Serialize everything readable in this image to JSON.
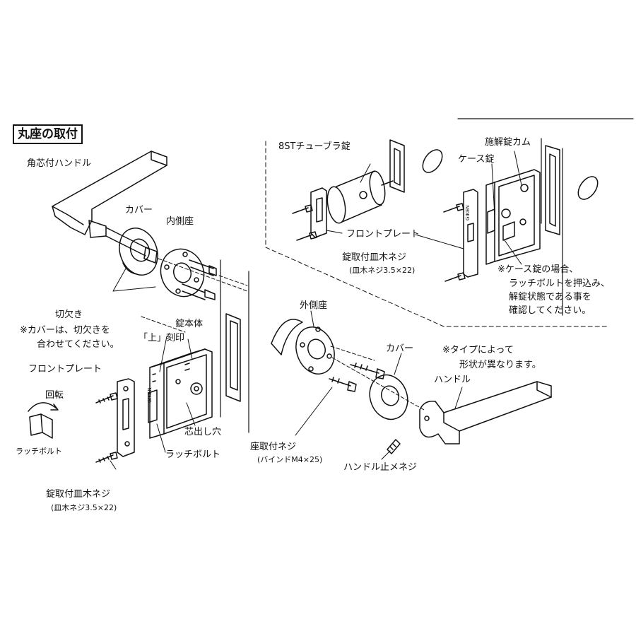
{
  "title": "丸座の取付",
  "labels": {
    "kakushin_handle": "角芯付ハンドル",
    "cover_left": "カバー",
    "uchigawaza": "内側座",
    "kirikaki": "切欠き",
    "note_cover_1": "※カバーは、切欠きを",
    "note_cover_2": "合わせてください。",
    "ue_kokuin": "「上」刻印",
    "jyou_hontai": "錠本体",
    "front_plate_left": "フロントプレート",
    "kaiten": "回転",
    "latch_bolt_small": "ラッチボルト",
    "shinde_ana": "芯出し穴",
    "latch_bolt": "ラッチボルト",
    "screw_left_1": "錠取付皿木ネジ",
    "screw_left_2": "(皿木ネジ3.5×22)",
    "tubular": "8STチューブラ錠",
    "front_plate_top": "フロントプレート",
    "screw_top_1": "錠取付皿木ネジ",
    "screw_top_2": "(皿木ネジ3.5×22)",
    "sekaijo_cam": "施解錠カム",
    "case_lock": "ケース錠",
    "note_case_1": "※ケース錠の場合、",
    "note_case_2": "ラッチボルトを押込み、",
    "note_case_3": "解錠状態である事を",
    "note_case_4": "確認してください。",
    "sotogawaza": "外側座",
    "cover_right": "カバー",
    "note_type_1": "※タイプによって",
    "note_type_2": "形状が異なります。",
    "handle": "ハンドル",
    "za_screw_1": "座取付ネジ",
    "za_screw_2": "(バインドM4×25)",
    "handle_screw": "ハンドル止メネジ",
    "brand": "GIKEN"
  }
}
